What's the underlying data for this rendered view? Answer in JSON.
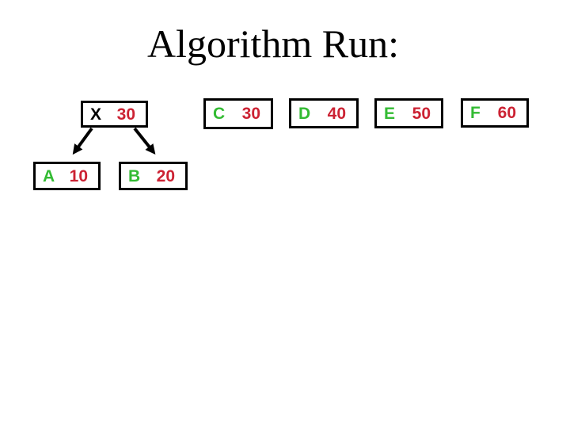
{
  "title": "Algorithm Run:",
  "tree": {
    "nodes": [
      {
        "id": "X",
        "label": "X",
        "value": "30",
        "role": "root"
      },
      {
        "id": "C",
        "label": "C",
        "value": "30",
        "role": "leaf"
      },
      {
        "id": "D",
        "label": "D",
        "value": "40",
        "role": "leaf"
      },
      {
        "id": "E",
        "label": "E",
        "value": "50",
        "role": "leaf"
      },
      {
        "id": "F",
        "label": "F",
        "value": "60",
        "role": "leaf"
      },
      {
        "id": "A",
        "label": "A",
        "value": "10",
        "role": "child"
      },
      {
        "id": "B",
        "label": "B",
        "value": "20",
        "role": "child"
      }
    ],
    "edges": [
      {
        "from": "X",
        "to": "A"
      },
      {
        "from": "X",
        "to": "B"
      }
    ]
  },
  "colors": {
    "title_text": "#000000",
    "root_label": "#000000",
    "child_label": "#33bb33",
    "value_text": "#cc2233",
    "node_border": "#000000",
    "arrow": "#000000",
    "background": "#ffffff"
  }
}
